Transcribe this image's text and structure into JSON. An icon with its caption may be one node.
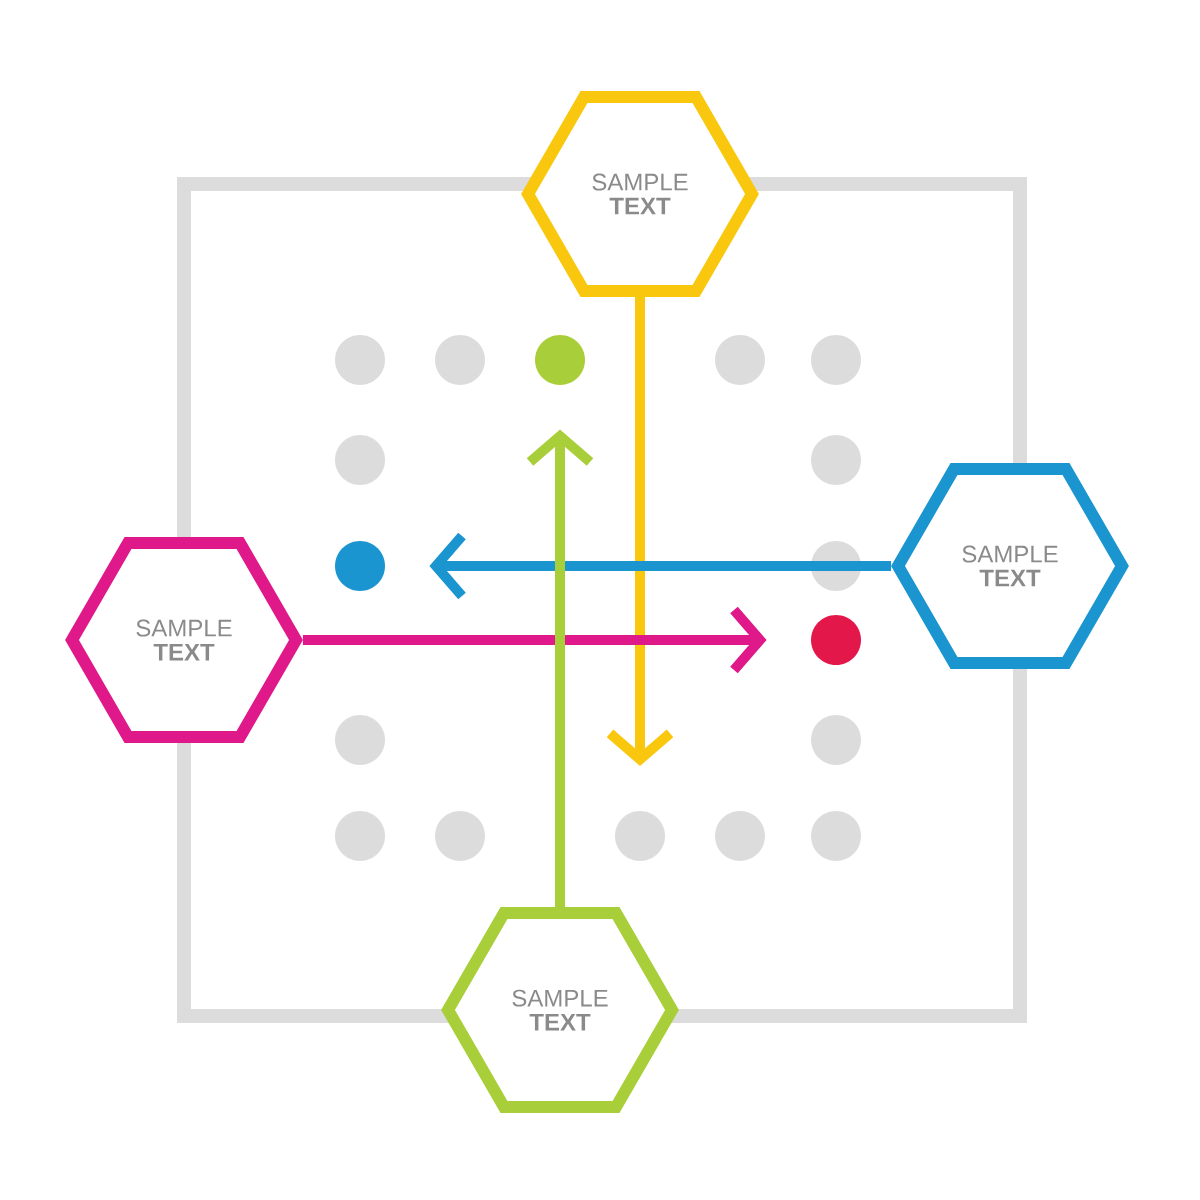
{
  "diagram": {
    "nodes": [
      {
        "text": [
          "SAMPLE **TEXT**"
        ]
      },
      {
        "text": [],
        "shape": "circle"
      },
      {
        "text": [],
        "shape": "circle"
      },
      {
        "text": [
          "SAMPLE **TEXT**"
        ]
      },
      {
        "text": [
          "SAMPLE **TEXT**"
        ]
      },
      {
        "text": [],
        "shape": "circle"
      },
      {
        "text": [
          "SAMPLE **TEXT**"
        ]
      }
    ],
    "edges": [
      {
        "from": 0,
        "to": null,
        "arrow": "to",
        "color": "#f9c80e"
      },
      {
        "from": 3,
        "to": 2,
        "arrow": "to",
        "color": "#1b95cf"
      },
      {
        "from": 4,
        "to": 5,
        "arrow": "to",
        "color": "#e0198a"
      },
      {
        "from": 6,
        "to": 1,
        "arrow": "to",
        "color": "#a8cf3a"
      }
    ]
  }
}
